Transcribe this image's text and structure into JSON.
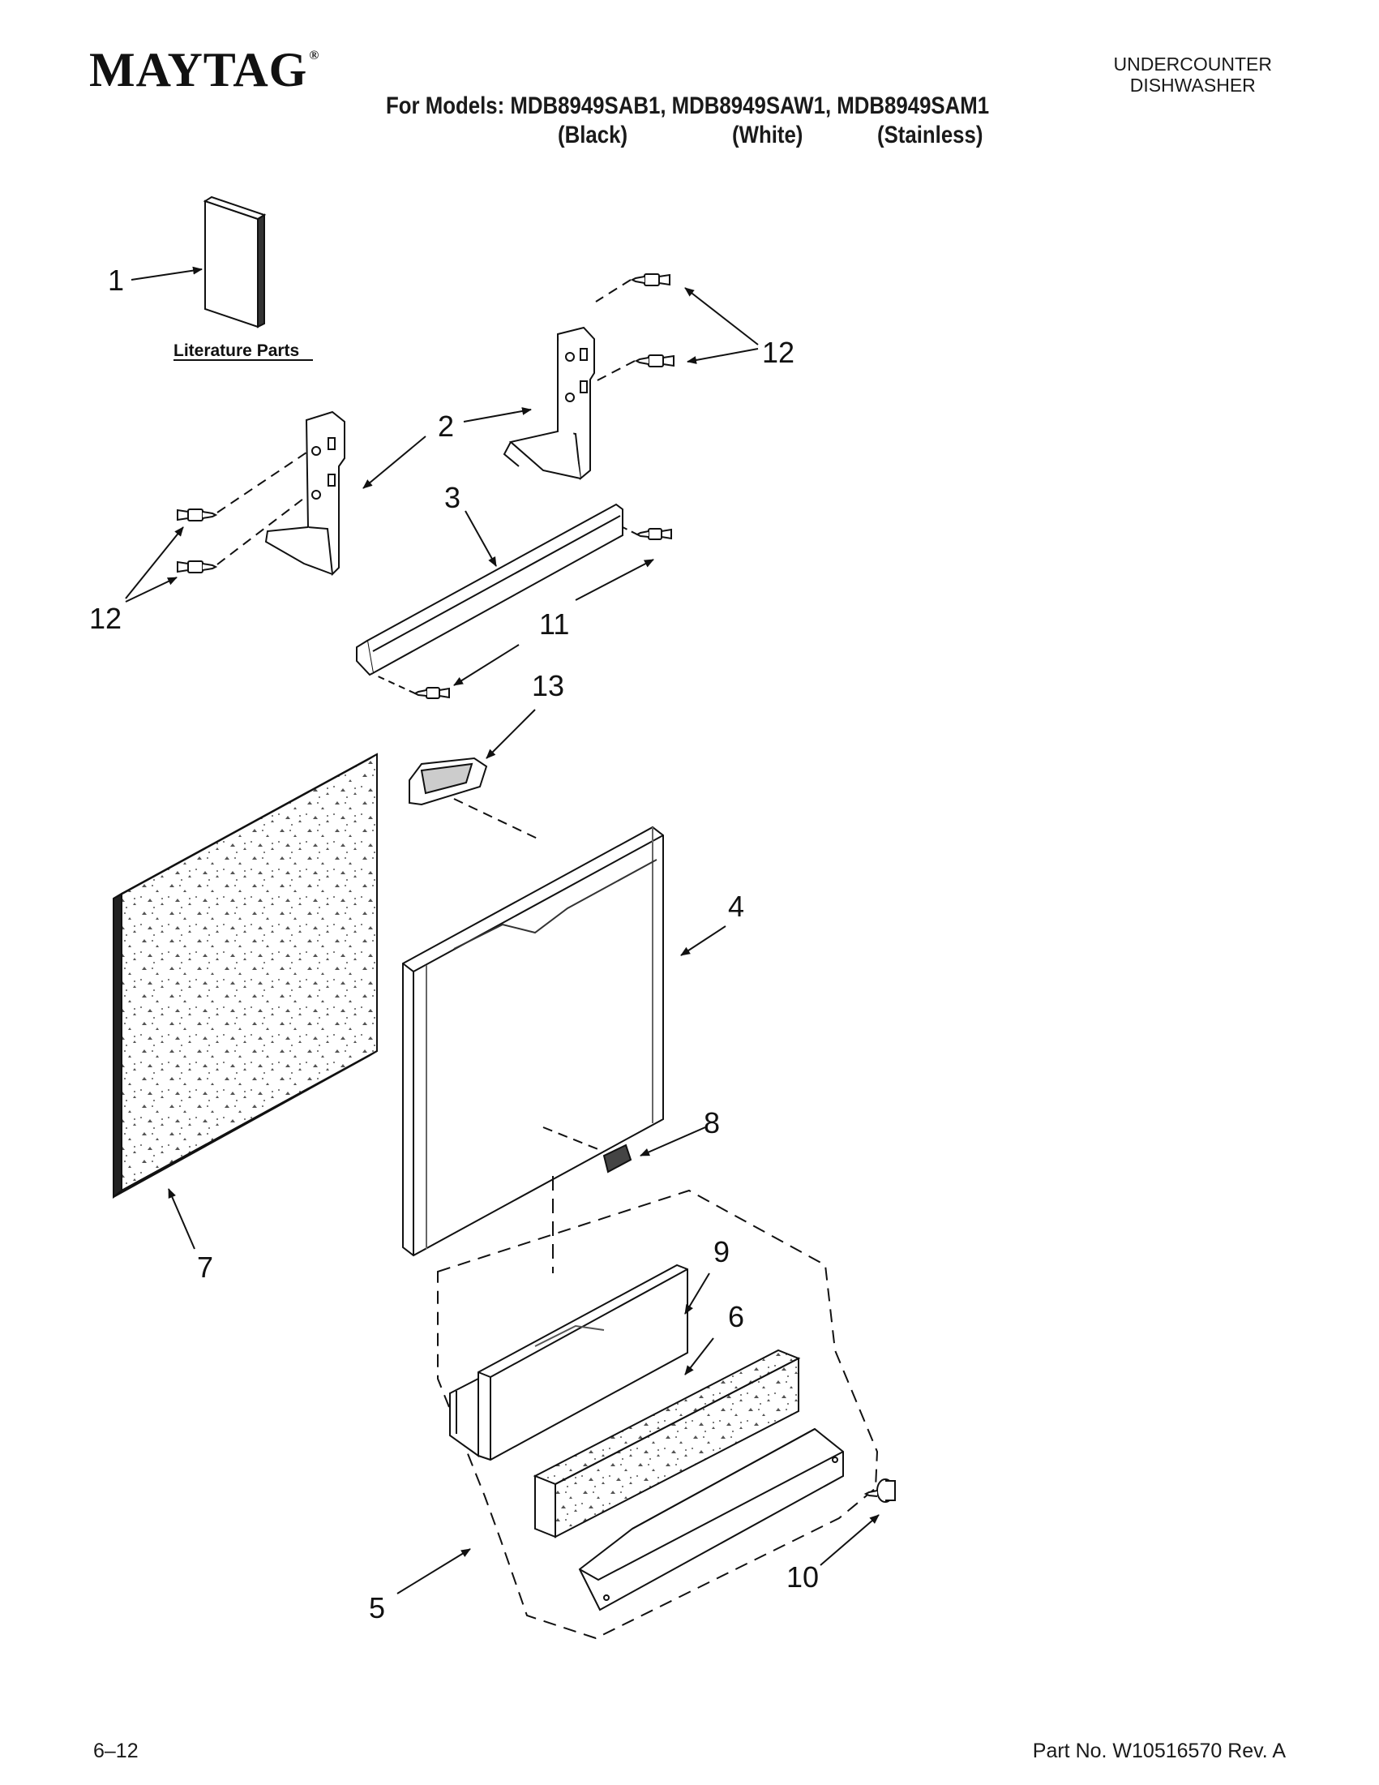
{
  "header": {
    "brand": "MAYTAG",
    "brand_mark": "®",
    "models_line": "For Models: MDB8949SAB1, MDB8949SAW1, MDB8949SAM1",
    "variants": [
      "(Black)",
      "(White)",
      "(Stainless)"
    ],
    "category_line1": "UNDERCOUNTER",
    "category_line2": "DISHWASHER"
  },
  "diagram": {
    "literature_label": "Literature Parts",
    "callouts": {
      "c1": "1",
      "c2": "2",
      "c3": "3",
      "c4": "4",
      "c5": "5",
      "c6": "6",
      "c7": "7",
      "c8": "8",
      "c9": "9",
      "c10": "10",
      "c11": "11",
      "c12a": "12",
      "c12b": "12",
      "c13": "13"
    }
  },
  "footer": {
    "date_code": "6–12",
    "part_number": "Part No. W10516570 Rev. A"
  }
}
